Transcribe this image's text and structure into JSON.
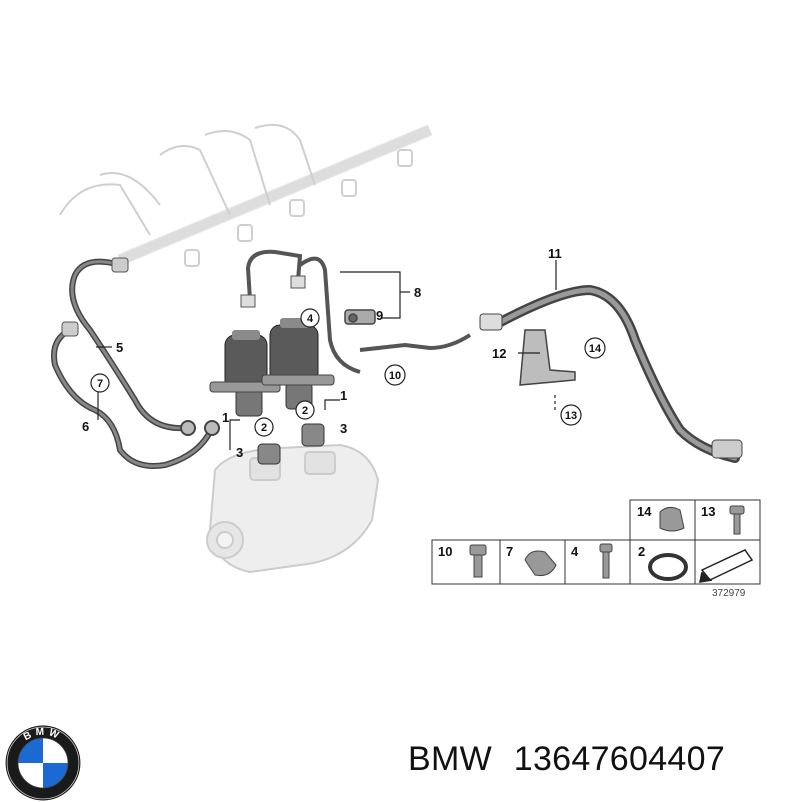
{
  "diagram": {
    "callouts": {
      "c1a": "1",
      "c1b": "1",
      "c2a": "2",
      "c2b": "2",
      "c3a": "3",
      "c3b": "3",
      "c4": "4",
      "c5": "5",
      "c6": "6",
      "c7": "7",
      "c8": "8",
      "c9": "9",
      "c10": "10",
      "c11": "11",
      "c12": "12",
      "c13": "13",
      "c14": "14"
    },
    "legend": {
      "cells": [
        "14",
        "13",
        "10",
        "7",
        "4",
        "2"
      ],
      "reference": "372979"
    }
  },
  "brand": {
    "logo_text": "BMW",
    "name": "BMW",
    "part_number": "13647604407"
  }
}
